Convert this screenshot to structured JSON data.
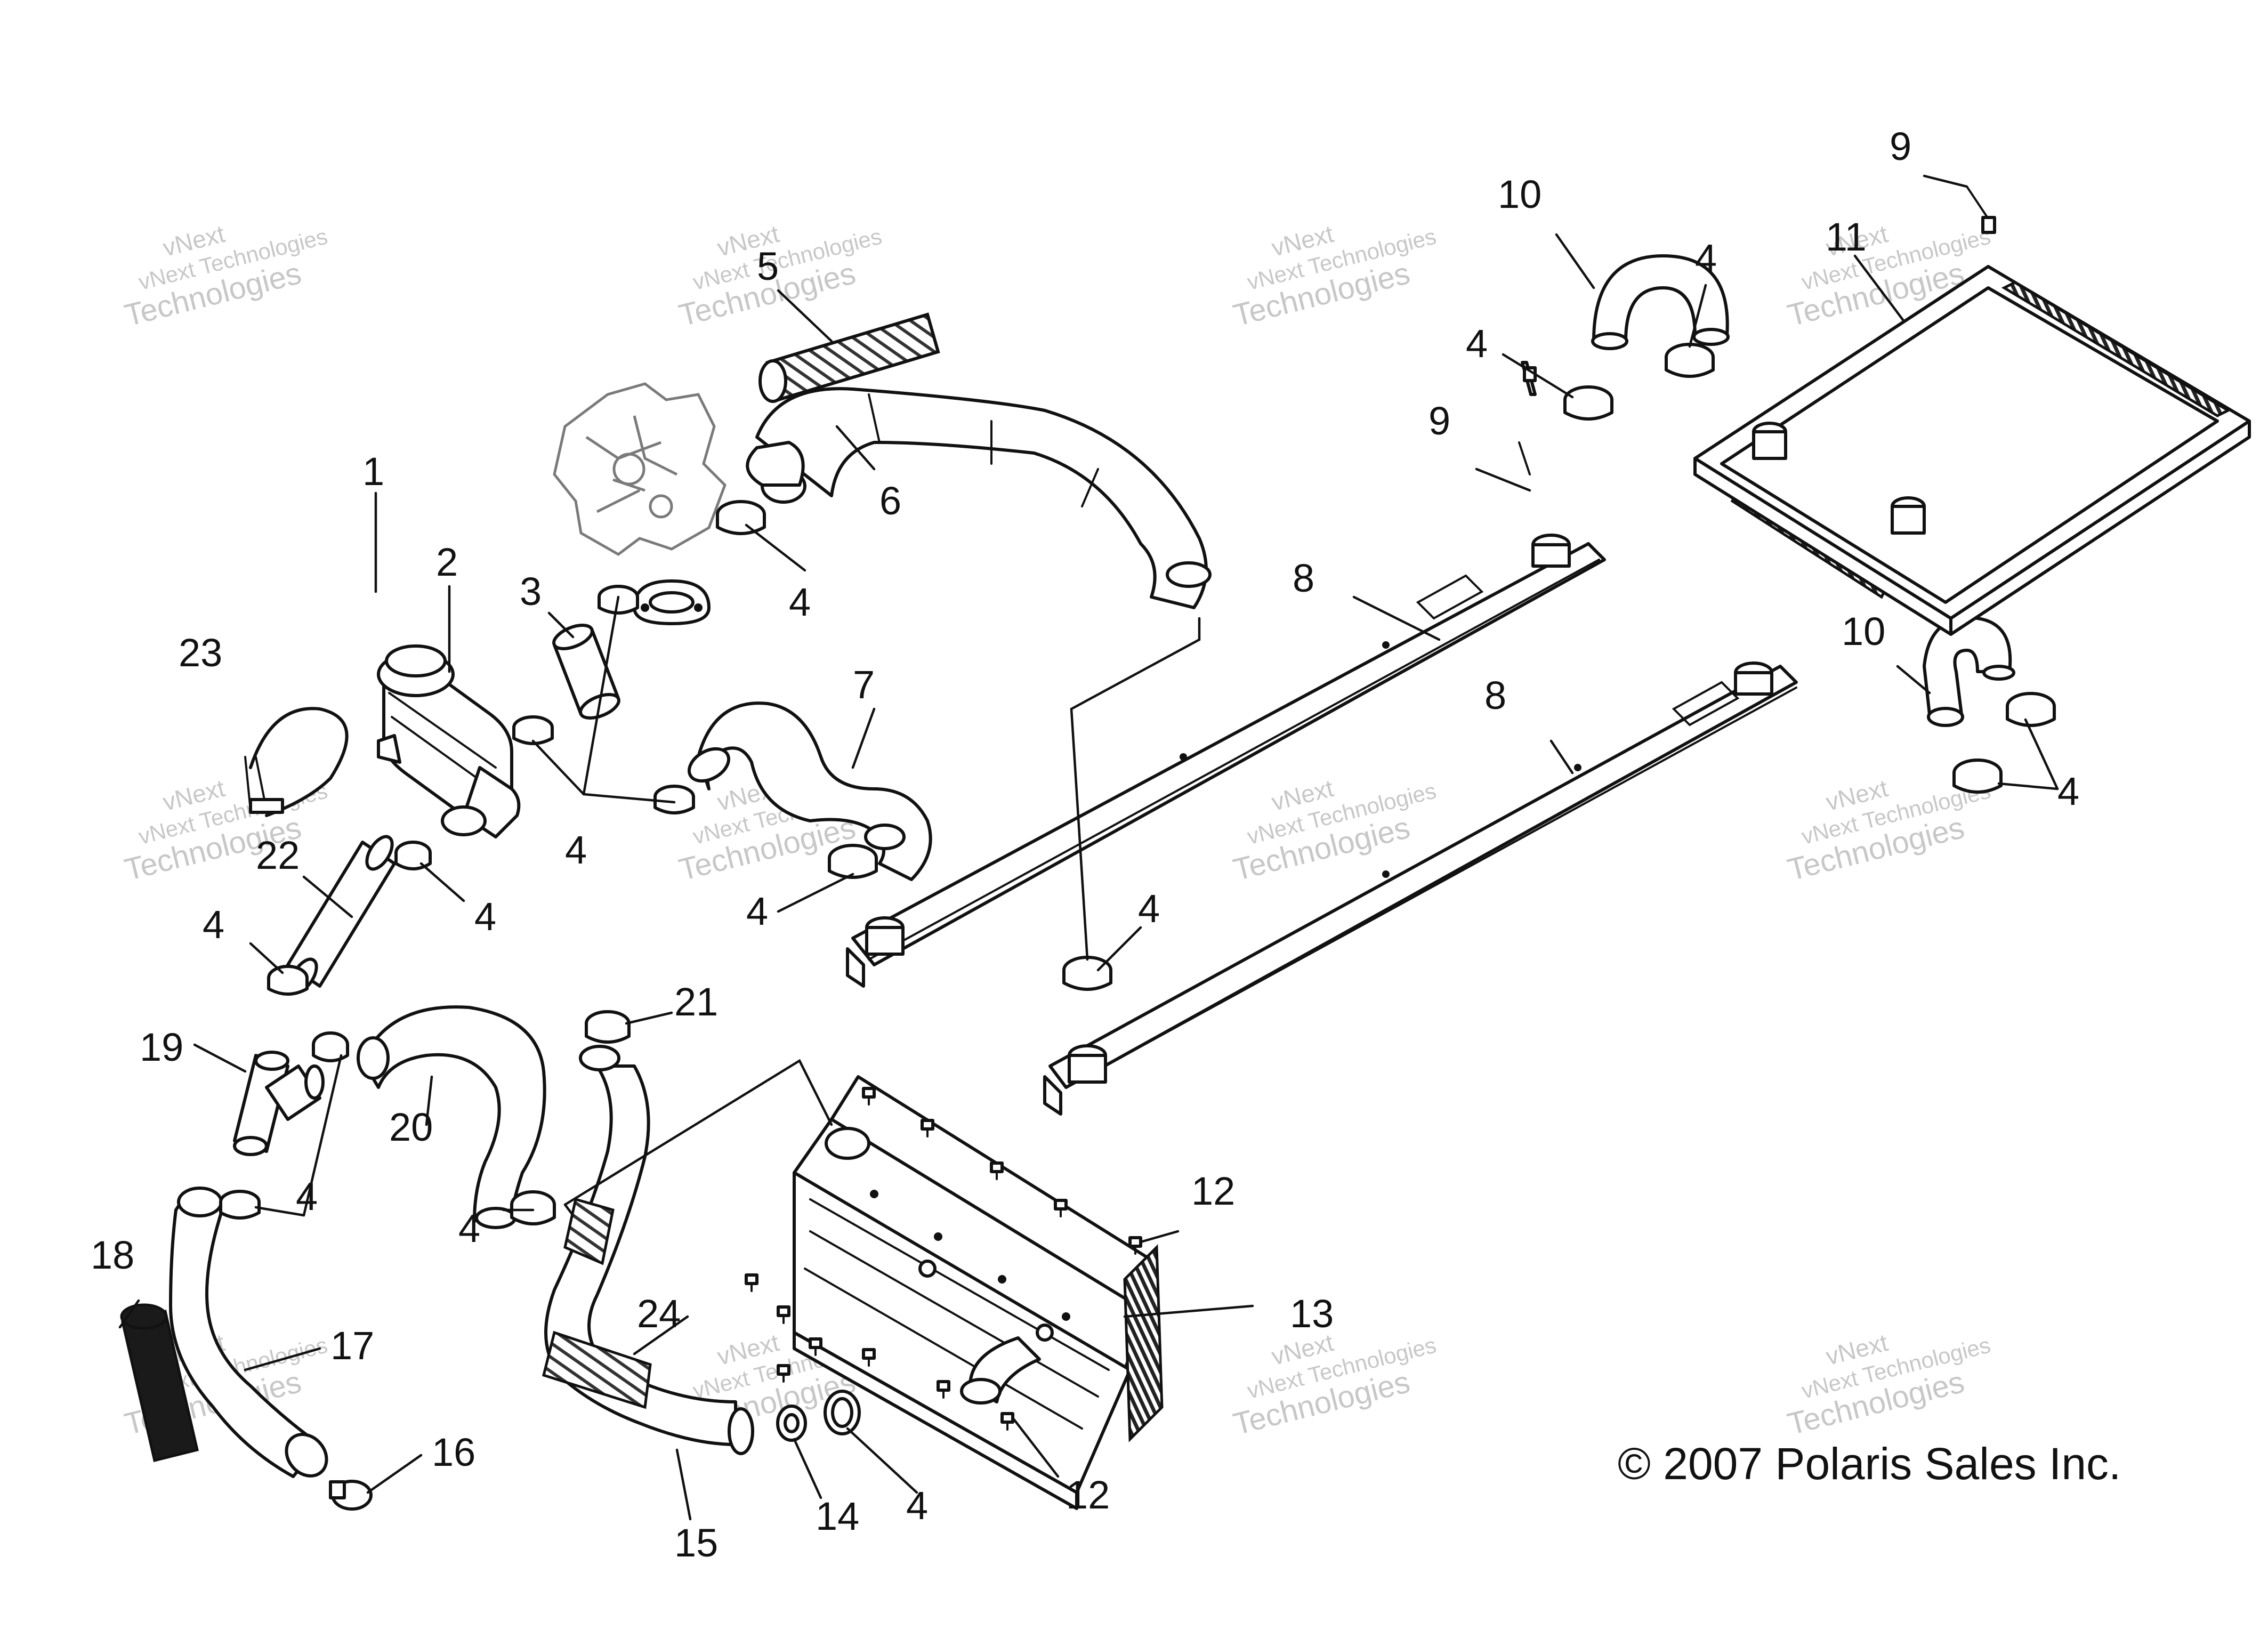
{
  "diagram": {
    "copyright": "© 2007 Polaris Sales Inc.",
    "watermark": {
      "line1": "vNext Technologies",
      "line2": "vNext",
      "line3": "Technologies"
    },
    "callouts": {
      "c1": "1",
      "c2": "2",
      "c3": "3",
      "c4": "4",
      "c5": "5",
      "c6": "6",
      "c7": "7",
      "c8": "8",
      "c9": "9",
      "c10": "10",
      "c11": "11",
      "c12": "12",
      "c13": "13",
      "c14": "14",
      "c15": "15",
      "c16": "16",
      "c17": "17",
      "c18": "18",
      "c19": "19",
      "c20": "20",
      "c21": "21",
      "c22": "22",
      "c23": "23",
      "c24": "24"
    }
  }
}
